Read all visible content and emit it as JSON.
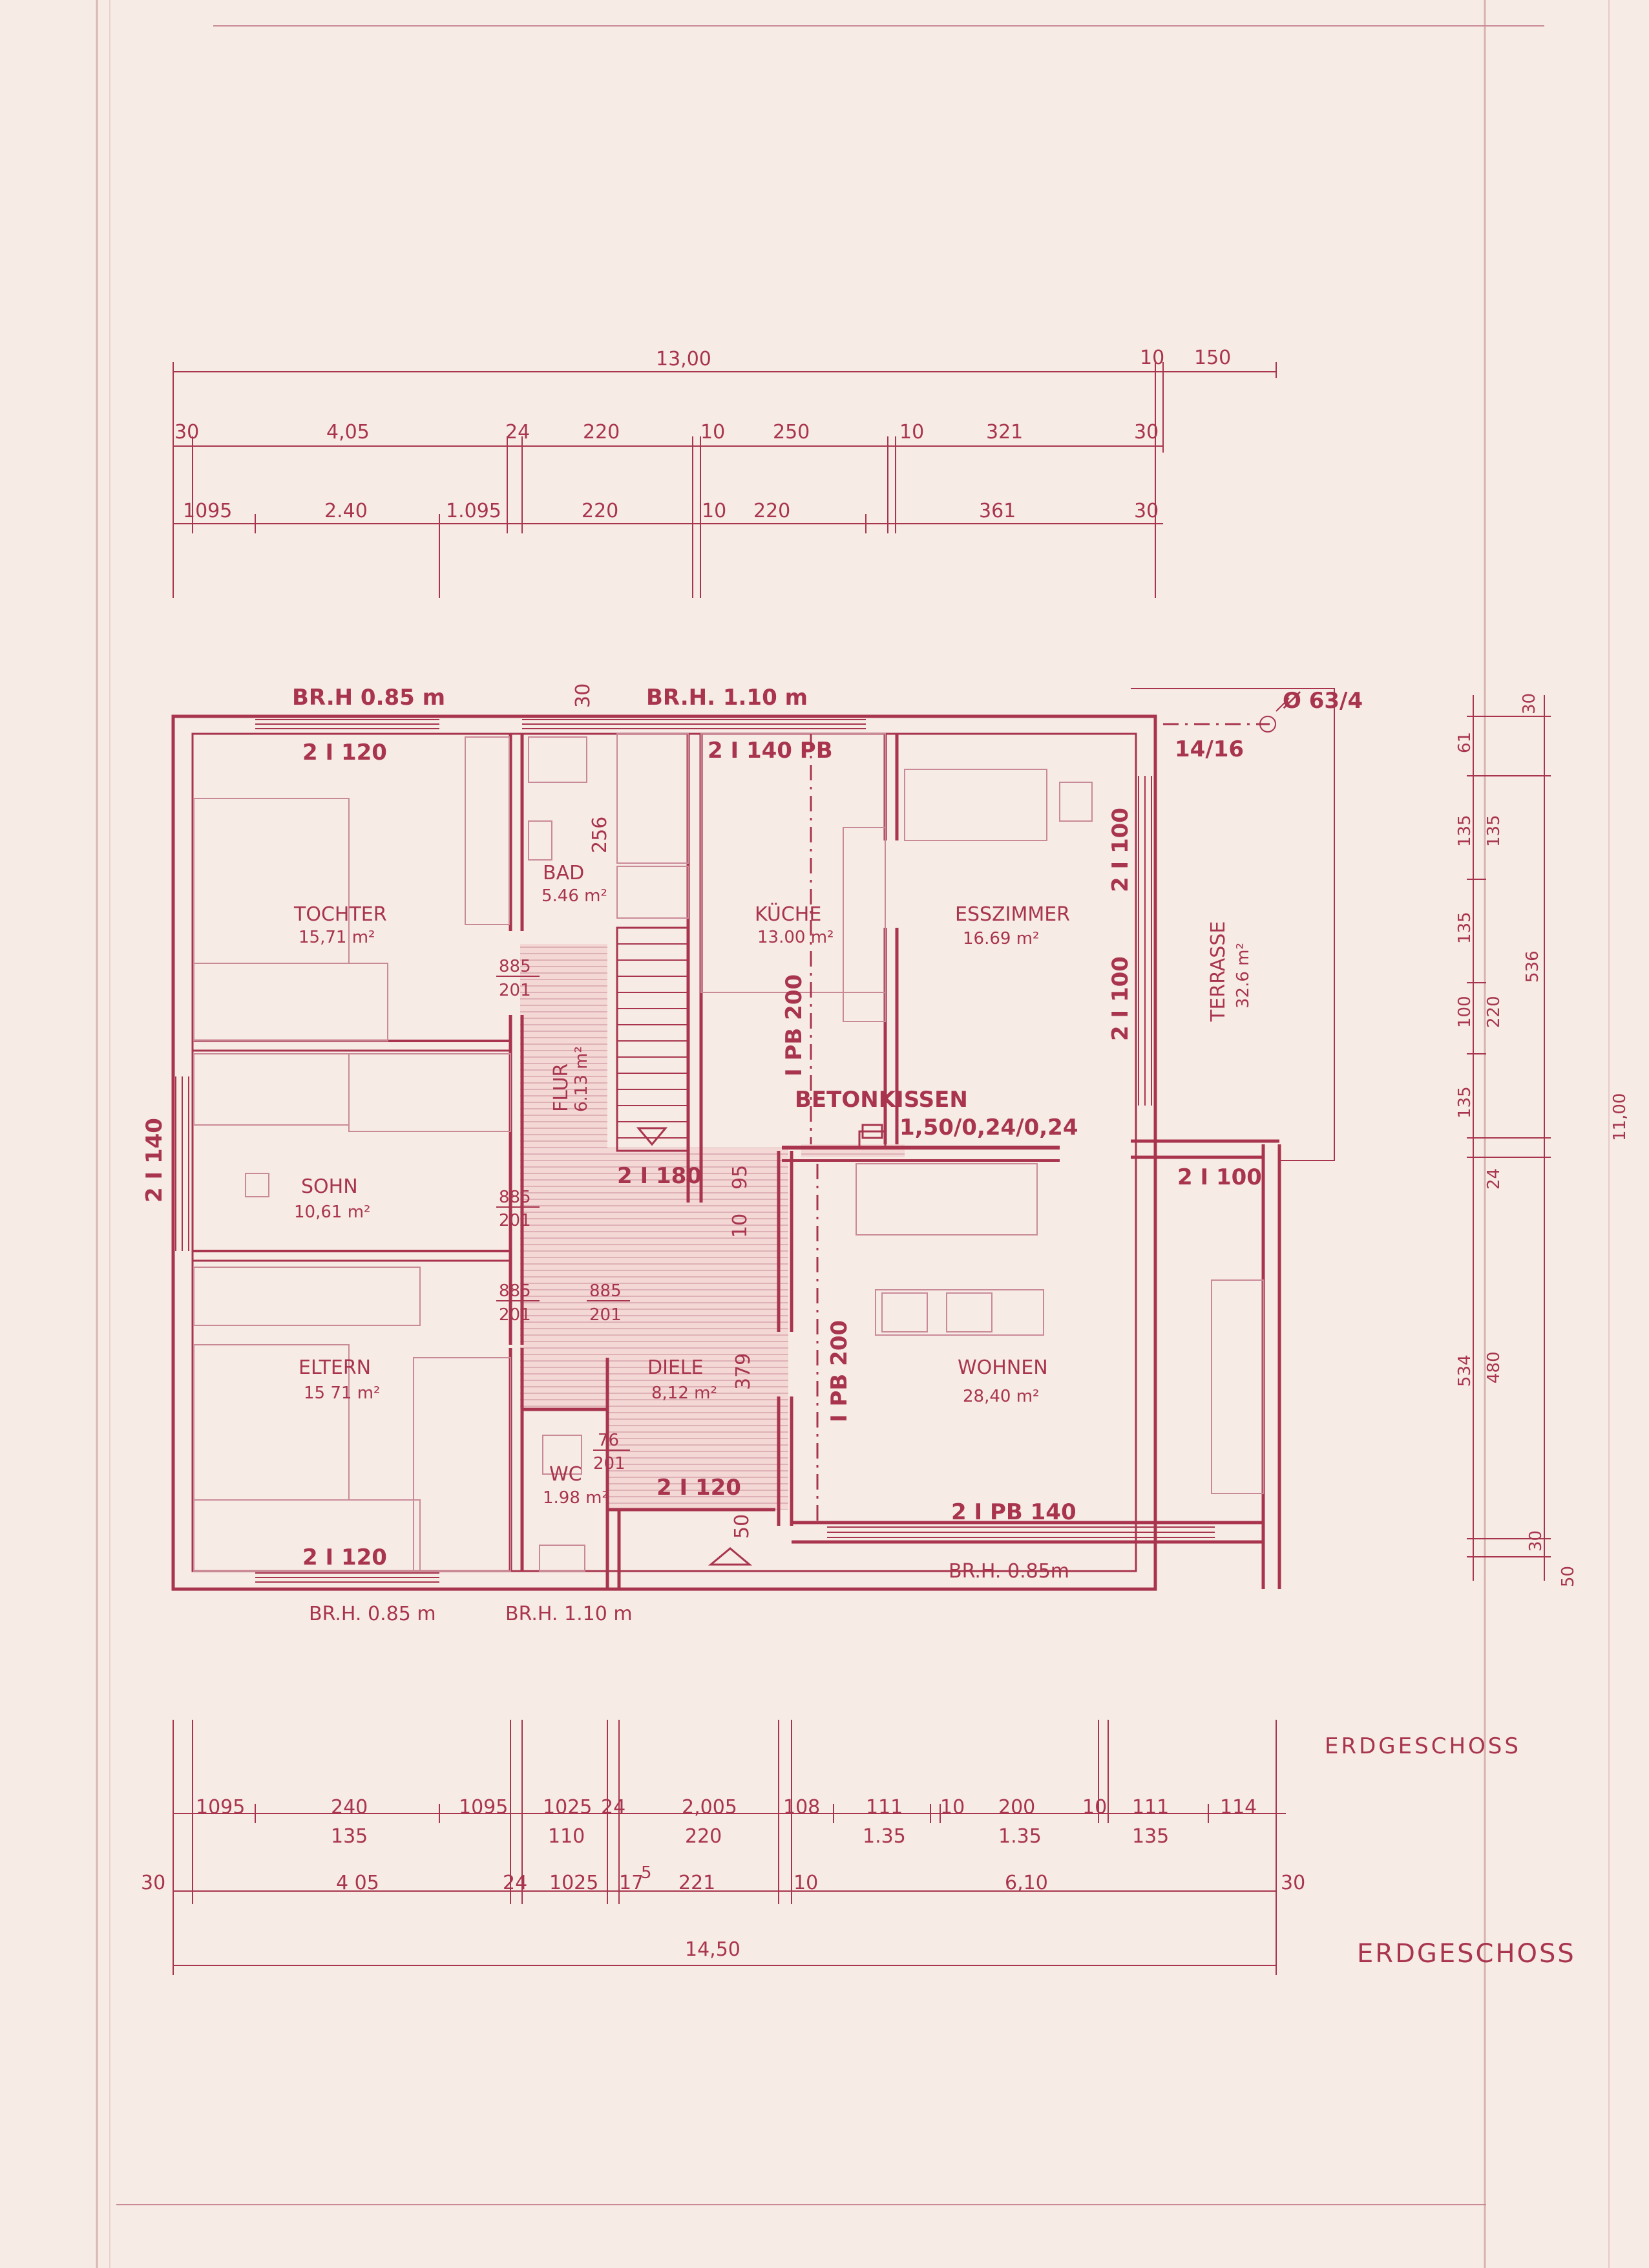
{
  "colors": {
    "paper": "#f7ebe6",
    "ink": "#a8354d",
    "ink_light": "#c98a97"
  },
  "top_dims": {
    "overall": "13,00",
    "terrace_a": "10",
    "terrace_b": "150",
    "row1": [
      "30",
      "4,05",
      "24",
      "220",
      "10",
      "250",
      "10",
      "321",
      "30"
    ],
    "row2": [
      "1095",
      "2.40",
      "1.095",
      "220",
      "10",
      "220",
      "361",
      "30"
    ]
  },
  "right_dims": {
    "col_a": [
      "30",
      "61",
      "135",
      "135",
      "100",
      "135",
      "24",
      "480",
      "30",
      "50"
    ],
    "col_b": [
      "135",
      "220",
      "536",
      "534",
      "11,00"
    ]
  },
  "bottom_dims": {
    "row1_top": [
      "1095",
      "240",
      "1095",
      "1025",
      "24",
      "2,005",
      "108",
      "111",
      "10",
      "200",
      "10",
      "111",
      "114"
    ],
    "row1_bottom": [
      "135",
      "110",
      "220",
      "1.35",
      "1.35",
      "135"
    ],
    "row2": [
      "30",
      "4 05",
      "24",
      "1025",
      "17",
      "5",
      "221",
      "10",
      "6,10",
      "30"
    ],
    "overall": "14,50"
  },
  "window_labels": {
    "brh_085_top": "BR.H 0.85 m",
    "dim_30": "30",
    "brh_110_top": "BR.H.  1.10 m",
    "brh_085_bottom": "BR.H. 0.85 m",
    "brh_110_bottom": "BR.H. 1.10 m",
    "brh_085_wohnen": "BR.H.  0.85m"
  },
  "beams": {
    "tochter": "2 I 120",
    "kueche": "2 I 140 PB",
    "eltern": "2 I 120",
    "wc": "2 I 120",
    "left_wall": "2 I 140",
    "flur": "2 I 180",
    "esszimmer_1": "2 I 100",
    "esszimmer_2": "2 I 100",
    "terrace_corner": "2 I 100",
    "ipb_kueche": "I PB 200",
    "ipb_wohnen": "I PB 200",
    "wohnen_bottom": "2 I PB 140",
    "column": "14/16",
    "diameter": "Ø 63/4"
  },
  "rooms": [
    {
      "name": "TOCHTER",
      "area": "15,71 m²"
    },
    {
      "name": "BAD",
      "area": "5.46 m²"
    },
    {
      "name": "KÜCHE",
      "area": "13.00 m²"
    },
    {
      "name": "ESSZIMMER",
      "area": "16.69 m²"
    },
    {
      "name": "TERRASSE",
      "area": "32.6 m²"
    },
    {
      "name": "SOHN",
      "area": "10,61 m²"
    },
    {
      "name": "FLUR",
      "area": "6.13 m²"
    },
    {
      "name": "ELTERN",
      "area": "15 71 m²"
    },
    {
      "name": "DIELE",
      "area": "8,12 m²"
    },
    {
      "name": "WOHNEN",
      "area": "28,40 m²"
    },
    {
      "name": "WC",
      "area": "1.98 m²"
    }
  ],
  "door_labels": {
    "d1_top": "885",
    "d1_bot": "201",
    "d2_top": "885",
    "d2_bot": "201",
    "d3_top": "885",
    "d3_bot": "201",
    "d4_top": "885",
    "d4_bot": "201",
    "d5_top": "76",
    "d5_bot": "201"
  },
  "misc_dims": {
    "bad_256": "256",
    "flur_95": "95",
    "diele_10": "10",
    "diele_379": "379",
    "entry_50": "50"
  },
  "beton": {
    "title": "BETONKISSEN",
    "dims": "1,50/0,24/0,24"
  },
  "titles": {
    "erdgeschoss_1": "ERDGESCHOSS",
    "erdgeschoss_2": "ERDGESCHOSS"
  }
}
